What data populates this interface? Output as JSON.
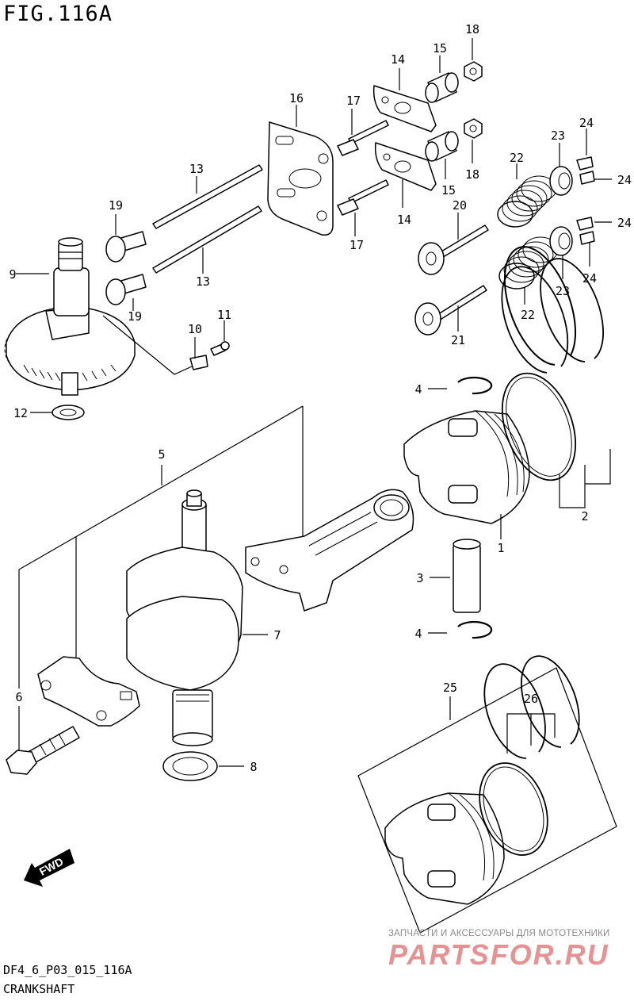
{
  "figure": {
    "title": "FIG.116A",
    "drawing_code": "DF4_6_P03_015_116A",
    "section_name": "CRANKSHAFT"
  },
  "watermark": {
    "caption": "ЗАПЧАСТИ И АКСЕССУАРЫ ДЛЯ МОТОТЕХНИКИ",
    "brand": "PARTSFOR.RU"
  },
  "direction_arrow": {
    "label": "FWD"
  },
  "callouts": {
    "c1": "1",
    "c2": "2",
    "c3": "3",
    "c4a": "4",
    "c4b": "4",
    "c5": "5",
    "c6": "6",
    "c7": "7",
    "c8": "8",
    "c9": "9",
    "c10": "10",
    "c11": "11",
    "c12": "12",
    "c13a": "13",
    "c13b": "13",
    "c14a": "14",
    "c14b": "14",
    "c15a": "15",
    "c15b": "15",
    "c16": "16",
    "c17a": "17",
    "c17b": "17",
    "c18a": "18",
    "c18b": "18",
    "c19a": "19",
    "c19b": "19",
    "c20": "20",
    "c21": "21",
    "c22a": "22",
    "c22b": "22",
    "c23a": "23",
    "c23b": "23",
    "c24a": "24",
    "c24b": "24",
    "c24c": "24",
    "c24d": "24",
    "c25": "25",
    "c26": "26"
  }
}
